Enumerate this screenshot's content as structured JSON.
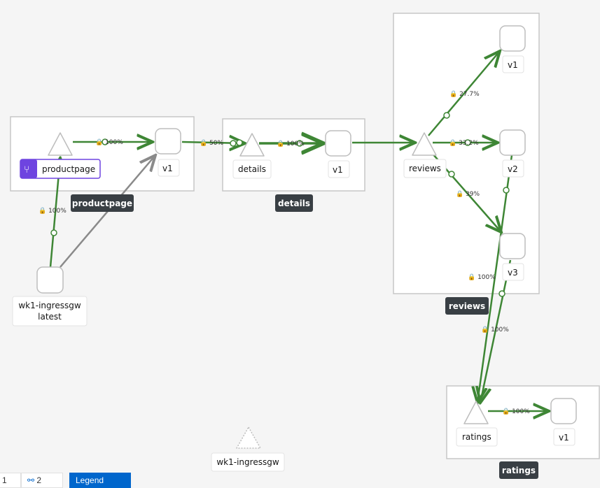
{
  "colors": {
    "edge_ok": "#3e8635",
    "edge_unknown": "#8a8a8a",
    "badge": "#6e44e0",
    "group_label_bg": "#393f44"
  },
  "groups": {
    "productpage": "productpage",
    "details": "details",
    "reviews": "reviews",
    "ratings": "ratings"
  },
  "nodes": {
    "productpage_svc": "productpage",
    "productpage_v1": "v1",
    "details_svc": "details",
    "details_v1": "v1",
    "reviews_svc": "reviews",
    "reviews_v1": "v1",
    "reviews_v2": "v2",
    "reviews_v3": "v3",
    "ratings_svc": "ratings",
    "ratings_v1": "v1",
    "ingress_line1": "wk1-ingressgw",
    "ingress_line2": "latest",
    "ingress_unused": "wk1-ingressgw"
  },
  "badge_icon": "branch-icon",
  "edges": {
    "ingress_to_productpage": "100%",
    "productpage_to_v1": "100%",
    "pp_v1_to_details": "50%",
    "details_to_v1": "100%",
    "reviews_to_v1": "27.7%",
    "reviews_to_v2": "33.2%",
    "reviews_to_v3": "39%",
    "v2_to_ratings": "100%",
    "v3_to_ratings": "100%",
    "ratings_to_v1": "100%"
  },
  "toolbar": {
    "btn1": "1",
    "btn2": "2",
    "legend": "Legend"
  }
}
